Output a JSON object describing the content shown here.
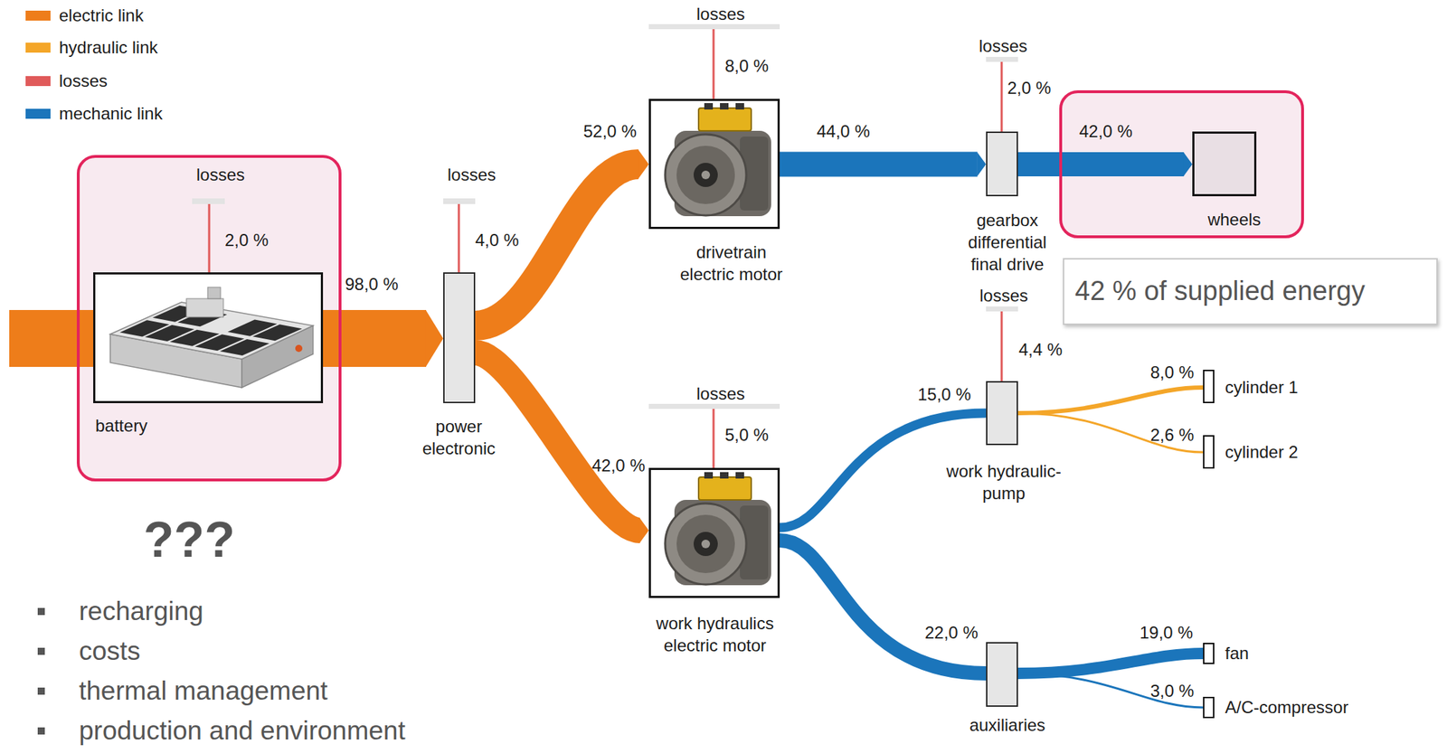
{
  "diagram": {
    "nodes": [
      {
        "text": [
          "losses",
          "2,0 %"
        ]
      },
      {
        "text": [
          "battery"
        ],
        "in": 0
      },
      {
        "text": [
          "power electronic"
        ]
      },
      {
        "text": [
          "drivetrain electric motor"
        ]
      },
      {
        "text": [
          "gearbox differential final drive"
        ]
      },
      {
        "text": [
          "42,0 %"
        ]
      },
      {
        "text": [
          "wheels"
        ],
        "in": 5
      },
      {
        "text": [
          "42 % of supplied energy"
        ]
      },
      {
        "text": [
          "work hydraulics electric motor"
        ]
      },
      {
        "text": [
          "work hydraulic- pump"
        ]
      },
      {
        "text": [
          "cylinder 1"
        ]
      },
      {
        "text": [
          "cylinder 2"
        ]
      },
      {
        "text": [
          "auxiliaries"
        ]
      },
      {
        "text": [
          "fan"
        ]
      },
      {
        "text": [
          "A/C-compressor"
        ]
      }
    ],
    "edges": [
      {
        "from": 1,
        "to": 2,
        "arrow": "to",
        "label": "98,0 %"
      },
      {
        "from": 2,
        "to": 3,
        "arrow": "to",
        "label": "52,0 %"
      },
      {
        "from": 2,
        "to": 8,
        "arrow": "to",
        "label": "42,0 %"
      },
      {
        "from": 3,
        "to": 4,
        "arrow": "to",
        "label": "44,0 %"
      },
      {
        "from": 4,
        "to": 6,
        "arrow": "to"
      },
      {
        "from": 8,
        "to": 9,
        "arrow": "none",
        "label": "15,0 %"
      },
      {
        "from": 8,
        "to": 12,
        "arrow": "none",
        "label": "22,0 %"
      },
      {
        "from": 9,
        "to": 10,
        "arrow": "none",
        "label": "8,0 %"
      },
      {
        "from": 9,
        "to": 11,
        "arrow": "none",
        "label": "2,6 %"
      },
      {
        "from": 12,
        "to": 13,
        "arrow": "none",
        "label": "19,0 %"
      },
      {
        "from": 12,
        "to": 14,
        "arrow": "none",
        "label": "3,0 %"
      }
    ],
    "labels": [
      "losses",
      "4,0 %",
      "losses",
      "8,0 %",
      "losses",
      "2,0 %",
      "losses",
      "4,4 %",
      "losses",
      "5,0 %",
      "???",
      "recharging",
      "costs",
      "thermal management",
      "production and environment"
    ],
    "legend": [
      {
        "text": "electric link",
        "color": "#ee7d1a"
      },
      {
        "text": "hydraulic link",
        "color": "#f4a629"
      },
      {
        "text": "losses",
        "color": "#e05a5a"
      },
      {
        "text": "mechanic link",
        "color": "#1b75bb"
      }
    ]
  }
}
